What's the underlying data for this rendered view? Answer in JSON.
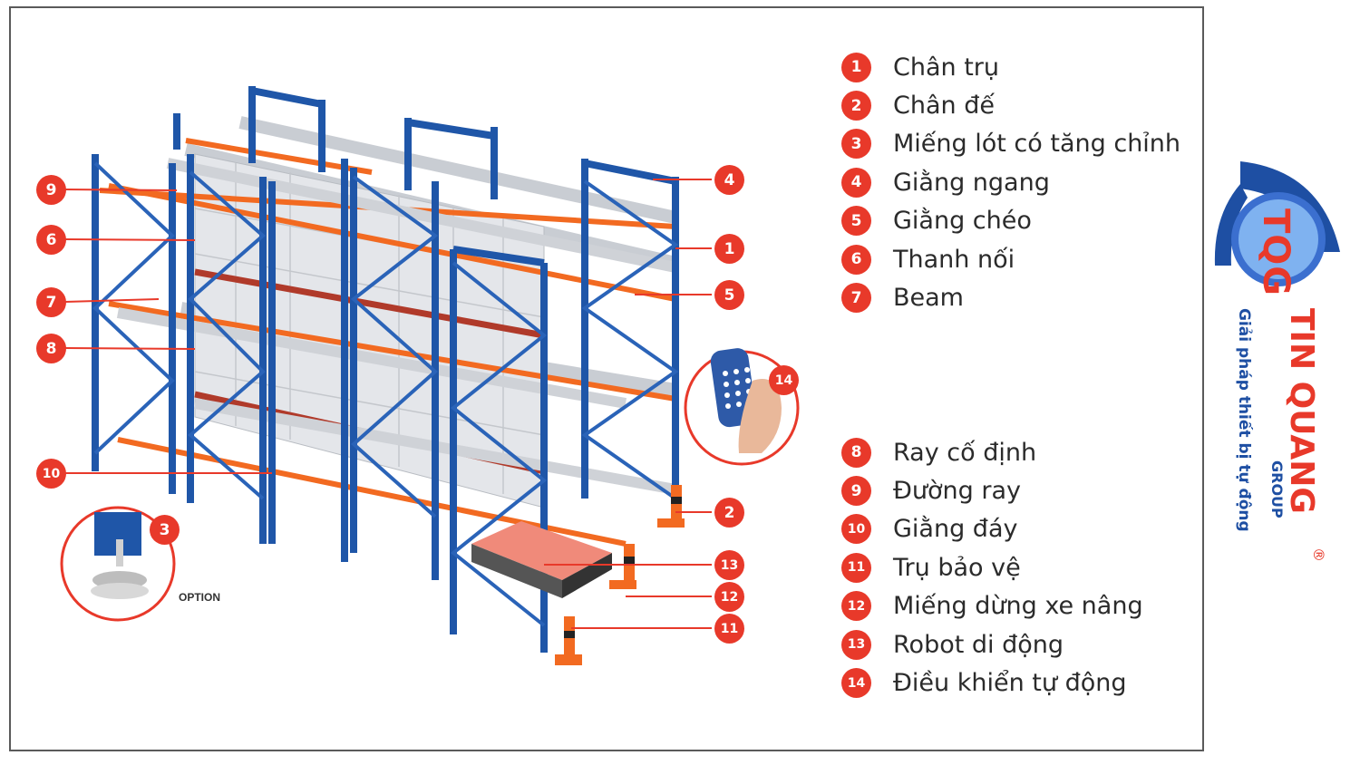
{
  "legend_top": [
    {
      "num": "1",
      "label": "Chân trụ"
    },
    {
      "num": "2",
      "label": "Chân đế"
    },
    {
      "num": "3",
      "label": "Miếng lót có tăng chỉnh"
    },
    {
      "num": "4",
      "label": "Giằng ngang"
    },
    {
      "num": "5",
      "label": "Giằng chéo"
    },
    {
      "num": "6",
      "label": "Thanh nối"
    },
    {
      "num": "7",
      "label": "Beam"
    }
  ],
  "legend_bottom": [
    {
      "num": "8",
      "label": "Ray cố định"
    },
    {
      "num": "9",
      "label": "Đường ray"
    },
    {
      "num": "10",
      "label": "Giằng đáy"
    },
    {
      "num": "11",
      "label": "Trụ bảo vệ"
    },
    {
      "num": "12",
      "label": "Miếng dừng xe nâng"
    },
    {
      "num": "13",
      "label": "Robot di động"
    },
    {
      "num": "14",
      "label": "Điều khiển tự động"
    }
  ],
  "callouts": [
    "1",
    "2",
    "3",
    "4",
    "5",
    "6",
    "7",
    "8",
    "9",
    "10",
    "11",
    "12",
    "13",
    "14"
  ],
  "option_label": "OPTION",
  "logo": {
    "mark": "TQG",
    "brand": "TIN QUANG",
    "group": "GROUP",
    "registered": "®",
    "tagline": "Giải pháp thiết bị tự động"
  },
  "colors": {
    "blue": "#1f56a8",
    "orange": "#f26a21",
    "red_badge": "#e8392a",
    "grey_beam": "#c9cdd3"
  }
}
